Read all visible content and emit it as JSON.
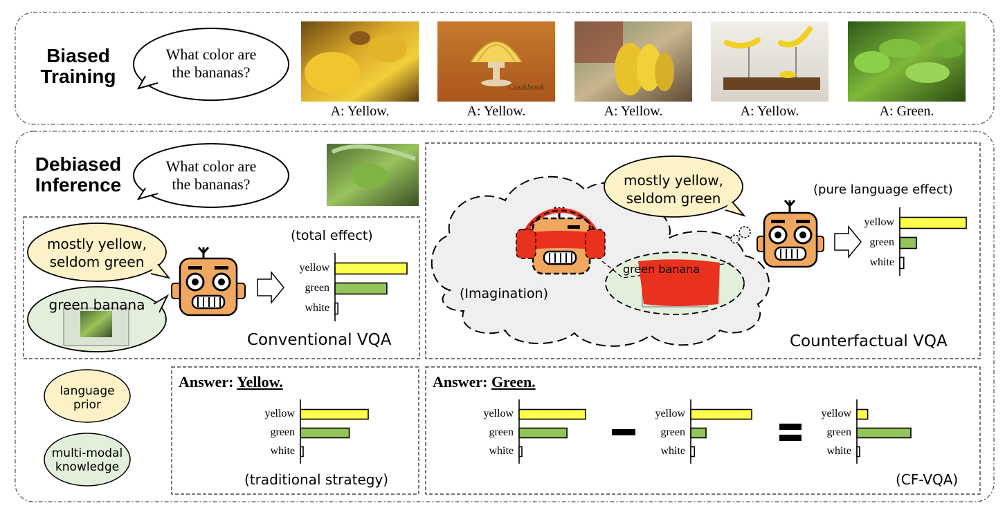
{
  "training": {
    "title_line1": "Biased",
    "title_line2": "Training",
    "question_line1": "What color are",
    "question_line2": "the bananas?",
    "captions": [
      "A: Yellow.",
      "A: Yellow.",
      "A: Yellow.",
      "A: Yellow.",
      "A: Green."
    ],
    "cookbook_text": "Cookbook"
  },
  "inference": {
    "title_line1": "Debiased",
    "title_line2": "Inference",
    "question_line1": "What color are",
    "question_line2": "the bananas?"
  },
  "conventional": {
    "prior_line1": "mostly yellow,",
    "prior_line2": "seldom green",
    "knowledge_label": "green banana",
    "effect_label": "(total effect)",
    "title": "Conventional VQA",
    "bars": [
      {
        "label": "yellow",
        "value": 1.0,
        "color": "#fbff4a"
      },
      {
        "label": "green",
        "value": 0.72,
        "color": "#92c45a"
      },
      {
        "label": "white",
        "value": 0.04,
        "color": "#ffffff"
      }
    ]
  },
  "counterfactual": {
    "prior_line1": "mostly yellow,",
    "prior_line2": "seldom green",
    "knowledge_label": "green banana",
    "imagination_label": "(Imagination)",
    "effect_label": "(pure language effect)",
    "title": "Counterfactual VQA",
    "bars": [
      {
        "label": "yellow",
        "value": 1.0,
        "color": "#fbff4a"
      },
      {
        "label": "green",
        "value": 0.25,
        "color": "#92c45a"
      },
      {
        "label": "white",
        "value": 0.06,
        "color": "#ffffff"
      }
    ]
  },
  "legend": {
    "language_prior_line1": "language",
    "language_prior_line2": "prior",
    "multimodal_line1": "multi-modal",
    "multimodal_line2": "knowledge"
  },
  "traditional": {
    "answer_prefix": "Answer:",
    "answer_value": "Yellow.",
    "strategy_label": "(traditional strategy)",
    "bars": [
      {
        "label": "yellow",
        "value": 1.0,
        "color": "#fbff4a"
      },
      {
        "label": "green",
        "value": 0.72,
        "color": "#92c45a"
      },
      {
        "label": "white",
        "value": 0.04,
        "color": "#ffffff"
      }
    ]
  },
  "cfvqa": {
    "answer_prefix": "Answer:",
    "answer_value": "Green.",
    "strategy_label": "(CF-VQA)",
    "charts": [
      {
        "bars": [
          {
            "label": "yellow",
            "value": 1.0,
            "color": "#fbff4a"
          },
          {
            "label": "green",
            "value": 0.72,
            "color": "#92c45a"
          },
          {
            "label": "white",
            "value": 0.04,
            "color": "#ffffff"
          }
        ]
      },
      {
        "bars": [
          {
            "label": "yellow",
            "value": 1.0,
            "color": "#fbff4a"
          },
          {
            "label": "green",
            "value": 0.25,
            "color": "#92c45a"
          },
          {
            "label": "white",
            "value": 0.06,
            "color": "#ffffff"
          }
        ]
      },
      {
        "bars": [
          {
            "label": "yellow",
            "value": 0.2,
            "color": "#fbff4a"
          },
          {
            "label": "green",
            "value": 1.0,
            "color": "#92c45a"
          },
          {
            "label": "white",
            "value": 0.04,
            "color": "#ffffff"
          }
        ]
      }
    ]
  },
  "colors": {
    "prior_bubble": "#fdf2c7",
    "knowledge_bubble": "#e3eedb",
    "cloud": "#efefef",
    "robot": "#f0a860",
    "mask_red": "#e8321e"
  }
}
